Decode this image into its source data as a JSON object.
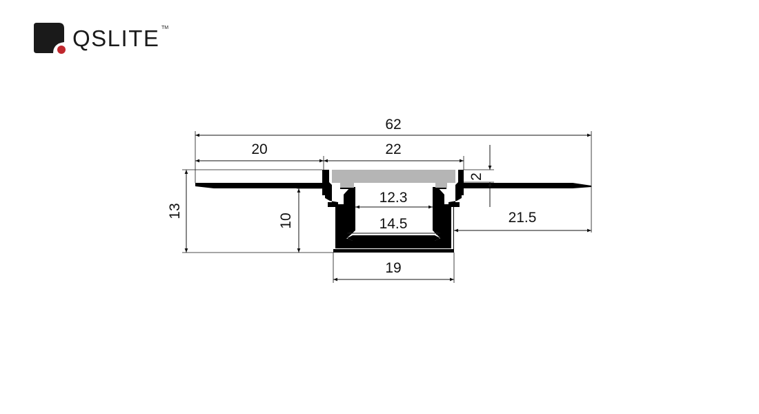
{
  "brand": {
    "name": "QSLITE",
    "trademark": "TM",
    "accent_color": "#c0272d",
    "mark_color": "#1a1a1a"
  },
  "profile": {
    "body_color": "#000000",
    "diffuser_color": "#b5b5b5"
  },
  "dimensions": {
    "overall_width": "62",
    "left_flange": "20",
    "top_opening": "22",
    "top_thickness": "2",
    "inner_top": "12.3",
    "inner_bottom": "14.5",
    "right_flange": "21.5",
    "channel_height": "10",
    "total_height": "13",
    "channel_width": "19"
  }
}
